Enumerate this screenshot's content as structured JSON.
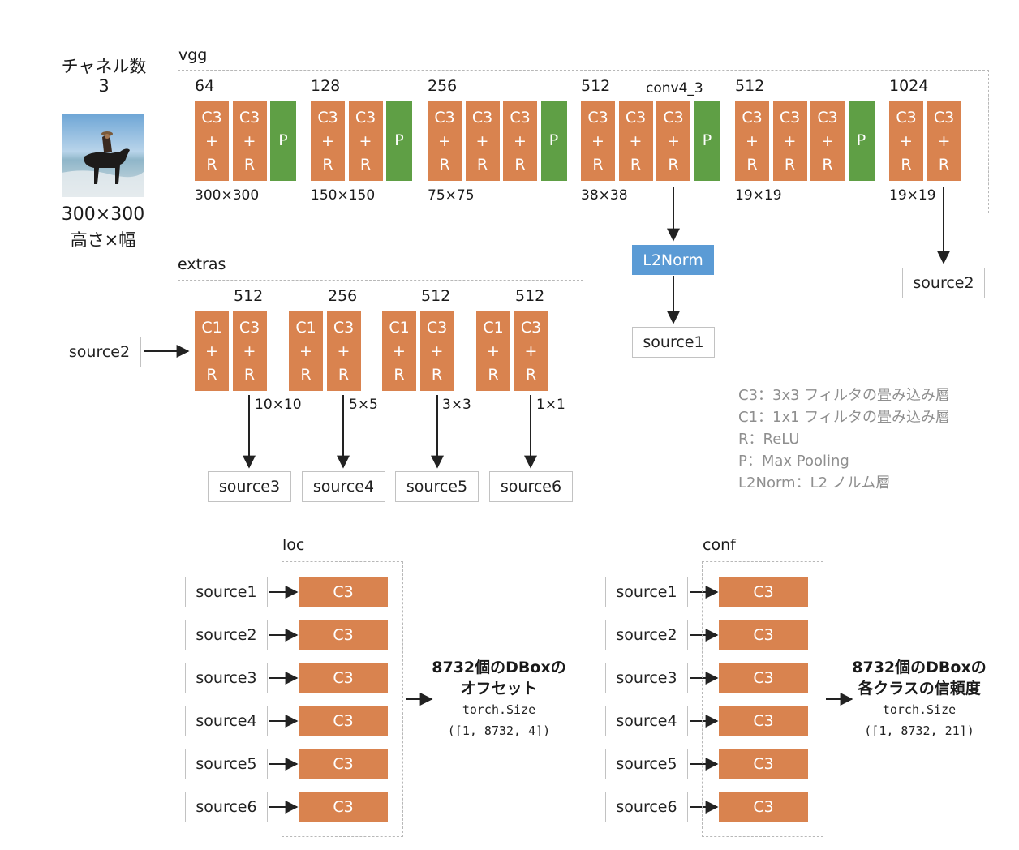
{
  "input": {
    "channels_label": "チャネル数",
    "channels_value": "3",
    "size_label": "300×300",
    "size_desc": "高さ×幅",
    "photo_icon": "horse-rider-on-beach-photo"
  },
  "vgg": {
    "title": "vgg",
    "blocks": [
      {
        "channels": "64",
        "size": "300×300"
      },
      {
        "channels": "128",
        "size": "150×150"
      },
      {
        "channels": "256",
        "size": "75×75"
      },
      {
        "channels": "512",
        "size": "38×38",
        "marker": "conv4_3"
      },
      {
        "channels": "512",
        "size": "19×19"
      },
      {
        "channels": "1024",
        "size": "19×19"
      }
    ],
    "conv_top": "C3",
    "plus": "+",
    "relu": "R",
    "pool": "P"
  },
  "l2norm": {
    "label": "L2Norm"
  },
  "vgg_outputs": {
    "source1": "source1",
    "source2": "source2"
  },
  "extras": {
    "title": "extras",
    "input_label": "source2",
    "blocks": [
      {
        "channels": "512",
        "size": "10×10",
        "output": "source3"
      },
      {
        "channels": "256",
        "size": "5×5",
        "output": "source4"
      },
      {
        "channels": "512",
        "size": "3×3",
        "output": "source5"
      },
      {
        "channels": "512",
        "size": "1×1",
        "output": "source6"
      }
    ],
    "c1": "C1",
    "c3": "C3"
  },
  "legend": [
    "C3：3x3 フィルタの畳み込み層",
    "C1：1x1 フィルタの畳み込み層",
    "R：ReLU",
    "P：Max Pooling",
    "L2Norm：L2 ノルム層"
  ],
  "loc": {
    "title": "loc",
    "sources": [
      "source1",
      "source2",
      "source3",
      "source4",
      "source5",
      "source6"
    ],
    "conv": "C3",
    "out_line1": "8732個のDBoxの",
    "out_line2": "オフセット",
    "out_line3": "torch.Size",
    "out_line4": "([1, 8732, 4])"
  },
  "conf": {
    "title": "conf",
    "sources": [
      "source1",
      "source2",
      "source3",
      "source4",
      "source5",
      "source6"
    ],
    "conv": "C3",
    "out_line1": "8732個のDBoxの",
    "out_line2": "各クラスの信頼度",
    "out_line3": "torch.Size",
    "out_line4": "([1, 8732, 21])"
  },
  "colors": {
    "conv": "#d9834f",
    "pool": "#5f9f45",
    "l2norm": "#5b9bd5",
    "legend": "#8f8f8f"
  }
}
